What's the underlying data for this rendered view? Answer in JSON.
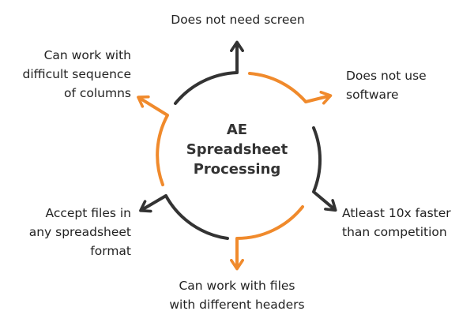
{
  "center": {
    "lines": [
      "AE",
      "Spreadsheet",
      "Processing"
    ]
  },
  "features": {
    "top": [
      "Does not need screen"
    ],
    "upper_right": [
      "Does not use",
      "software"
    ],
    "lower_right": [
      "Atleast 10x faster",
      "than competition"
    ],
    "bottom": [
      "Can work with files",
      "with different headers"
    ],
    "lower_left": [
      "Accept files in",
      "any spreadsheet",
      "format"
    ],
    "upper_left": [
      "Can work with",
      "difficult sequence",
      "of columns"
    ]
  },
  "colors": {
    "orange": "#F08A2C",
    "dark": "#333333"
  }
}
